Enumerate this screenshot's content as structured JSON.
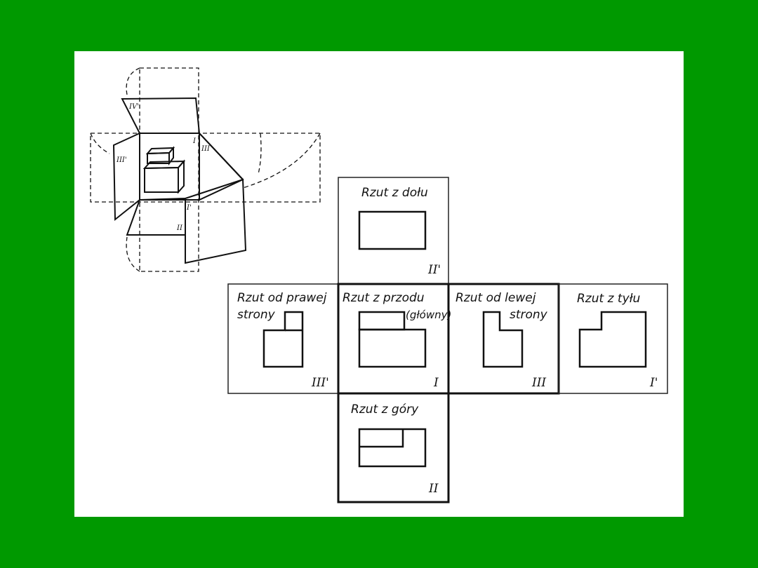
{
  "colors": {
    "background": "#009900",
    "sheet": "#ffffff",
    "ink": "#111111"
  },
  "views": {
    "bottom": {
      "label": "Rzut z dołu",
      "numeral": "II'"
    },
    "right": {
      "label_line1": "Rzut od prawej",
      "label_line2": "strony",
      "numeral": "III'"
    },
    "front": {
      "label_line1": "Rzut z przodu",
      "label_line2": "(główny)",
      "numeral": "I"
    },
    "left": {
      "label_line1": "Rzut od lewej",
      "label_line2": "strony",
      "numeral": "III"
    },
    "back": {
      "label": "Rzut z tyłu",
      "numeral": "I'"
    },
    "top": {
      "label": "Rzut z góry",
      "numeral": "II"
    }
  },
  "iso": {
    "n_top": "IV'",
    "n_left": "III'",
    "n_center": "I",
    "n_right": "III",
    "n_front": "I'",
    "n_bottom": "II"
  }
}
